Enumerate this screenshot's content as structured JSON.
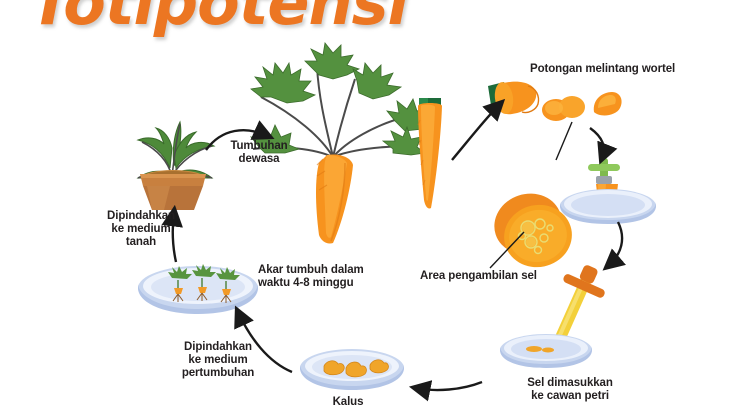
{
  "page": {
    "title": "Totipotensi",
    "background_color": "#ffffff",
    "title_color": "#ec7622",
    "text_color": "#231f20"
  },
  "diagram": {
    "type": "cycle-diagram",
    "subject": "Kultur jaringan wortel (totipotensi)",
    "flow_direction": "clockwise",
    "steps": [
      {
        "id": "tumbuhan-dewasa",
        "label": "Tumbuhan\ndewasa"
      },
      {
        "id": "potongan-melintang",
        "label": "Potongan melintang wortel"
      },
      {
        "id": "area-pengambilan",
        "label": "Area pengambilan sel"
      },
      {
        "id": "sel-cawan-petri",
        "label": "Sel dimasukkan\nke cawan petri"
      },
      {
        "id": "kalus",
        "label": "Kalus"
      },
      {
        "id": "medium-pertumbuhan",
        "label": "Dipindahkan\nke medium\npertumbuhan"
      },
      {
        "id": "akar-tumbuh",
        "label": "Akar tumbuh dalam\nwaktu 4-8 minggu"
      },
      {
        "id": "medium-tanah",
        "label": "Dipindahkan\nke medium\ntanah"
      }
    ],
    "illustrations": [
      {
        "id": "potted-plant",
        "name": "potted-carrot-plant"
      },
      {
        "id": "mature-carrot",
        "name": "mature-carrot-with-leaves"
      },
      {
        "id": "harvested-carrot",
        "name": "harvested-carrot"
      },
      {
        "id": "carrot-slices",
        "name": "carrot-cross-section-pieces"
      },
      {
        "id": "carrot-magnified",
        "name": "magnified-carrot-slice-cells"
      },
      {
        "id": "dish-explant",
        "name": "petri-dish-with-explant"
      },
      {
        "id": "dish-pipette",
        "name": "petri-dish-with-pipette"
      },
      {
        "id": "dish-callus",
        "name": "petri-dish-with-callus"
      },
      {
        "id": "dish-plantlets",
        "name": "petri-dish-with-plantlets"
      }
    ],
    "colors": {
      "carrot_orange": "#f59226",
      "carrot_orange_dark": "#e4761b",
      "leaf_green": "#4e8a3a",
      "dish_blue": "#b9c9e8",
      "pot_brown": "#c07a3e",
      "arrow_black": "#1a1a1a",
      "pipette_yellow": "#f3d03a"
    }
  }
}
